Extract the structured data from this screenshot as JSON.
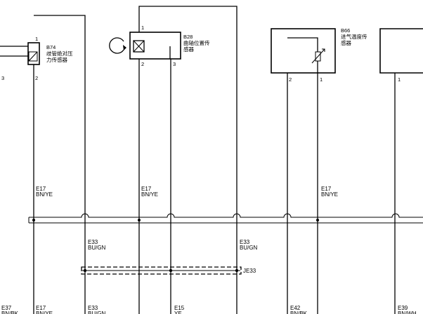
{
  "components": [
    {
      "id": "b74",
      "ref": "B74",
      "name_line1": "歧管绝对压",
      "name_line2": "力传感器",
      "pins": [
        "1",
        "2",
        "3"
      ]
    },
    {
      "id": "b28",
      "ref": "B28",
      "name_line1": "曲轴位置传",
      "name_line2": "感器",
      "pins": [
        "1",
        "2",
        "3"
      ]
    },
    {
      "id": "b66",
      "ref": "B66",
      "name_line1": "进气温度传",
      "name_line2": "感器",
      "pins": [
        "2",
        "1"
      ]
    },
    {
      "id": "edge",
      "pins": [
        "1"
      ]
    }
  ],
  "wire_labels_mid": [
    {
      "code": "E17",
      "color": "BN/YE"
    },
    {
      "code": "E17",
      "color": "BN/YE"
    },
    {
      "code": "E17",
      "color": "BN/YE"
    }
  ],
  "wire_labels_splice": [
    {
      "code": "E33",
      "color": "BU/GN"
    },
    {
      "code": "E33",
      "color": "BU/GN"
    }
  ],
  "splice": {
    "ref": "JE33"
  },
  "wire_labels_bottom": [
    {
      "code": "E37",
      "color": "BN/BK"
    },
    {
      "code": "E17",
      "color": "BN/YE"
    },
    {
      "code": "E33",
      "color": "BU/GN"
    },
    {
      "code": "E15",
      "color": "YE"
    },
    {
      "code": "E42",
      "color": "BN/BK"
    },
    {
      "code": "E39",
      "color": "BN/WH"
    }
  ]
}
